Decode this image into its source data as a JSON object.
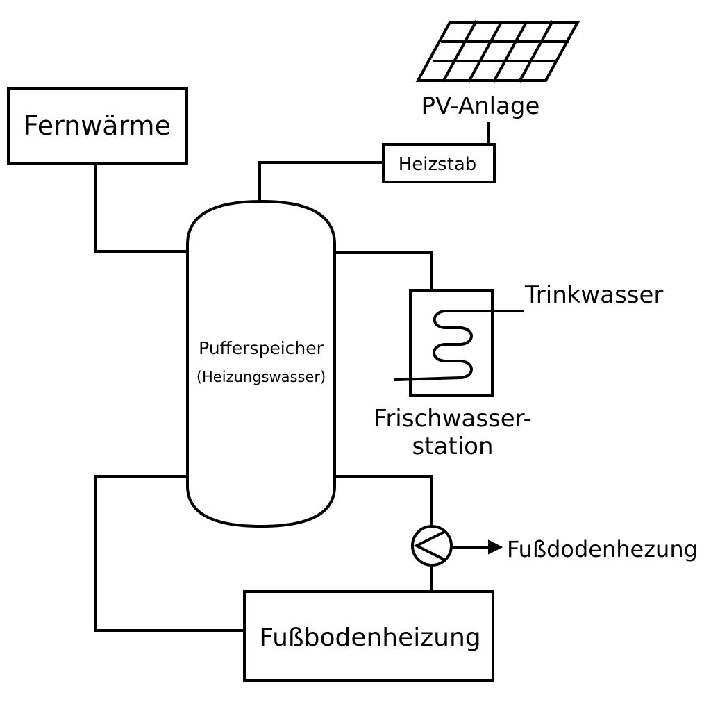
{
  "diagram": {
    "fernwaerme": {
      "label": "Fernwärme"
    },
    "pv_anlage": {
      "label": "PV-Anlage"
    },
    "heizstab": {
      "label": "Heizstab"
    },
    "pufferspeicher": {
      "label": "Pufferspeicher",
      "sublabel": "(Heizungswasser)"
    },
    "trinkwasser": {
      "label": "Trinkwasser"
    },
    "frischwasserstation": {
      "label_line1": "Frischwasser-",
      "label_line2": "station"
    },
    "pump_output": {
      "label": "Fußdodenhezung"
    },
    "fussbodenheizung": {
      "label": "Fußbodenheizung"
    }
  }
}
